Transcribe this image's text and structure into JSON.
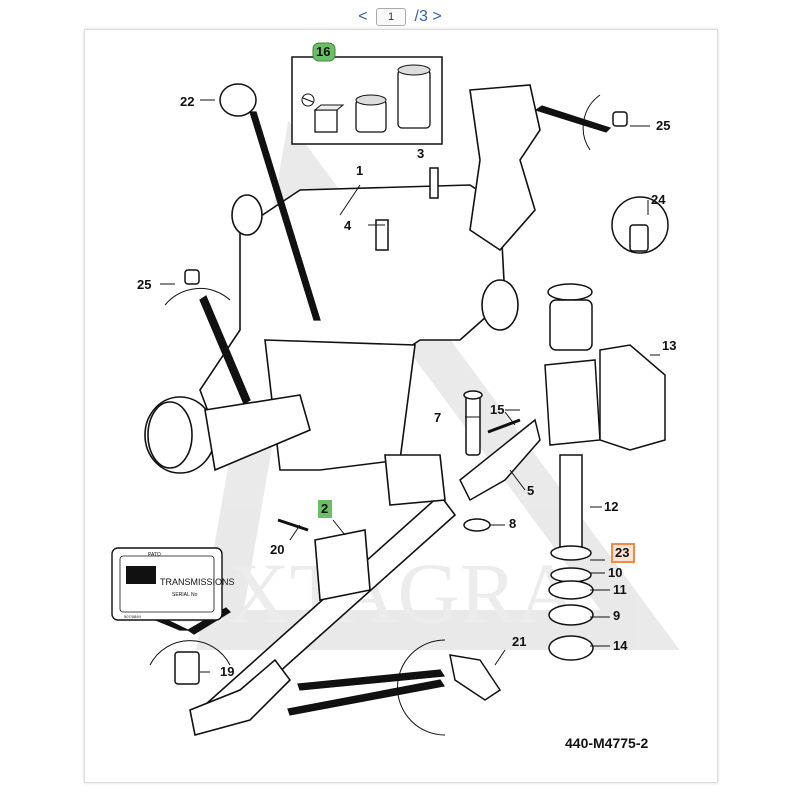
{
  "viewer": {
    "prev_label": "<",
    "next_label": ">",
    "current_page": "1",
    "total_pages": "/3"
  },
  "diagram": {
    "reference_code": "440-M4775-2",
    "watermark_text": "EXTAGRA",
    "callouts": [
      {
        "id": "c1",
        "text": "1",
        "style": "plain"
      },
      {
        "id": "c2",
        "text": "2",
        "style": "green"
      },
      {
        "id": "c3",
        "text": "3",
        "style": "plain"
      },
      {
        "id": "c4",
        "text": "4",
        "style": "plain"
      },
      {
        "id": "c5",
        "text": "5",
        "style": "plain"
      },
      {
        "id": "c7",
        "text": "7",
        "style": "plain"
      },
      {
        "id": "c8",
        "text": "8",
        "style": "plain"
      },
      {
        "id": "c9",
        "text": "9",
        "style": "plain"
      },
      {
        "id": "c10",
        "text": "10",
        "style": "plain"
      },
      {
        "id": "c11",
        "text": "11",
        "style": "plain"
      },
      {
        "id": "c12",
        "text": "12",
        "style": "plain"
      },
      {
        "id": "c13",
        "text": "13",
        "style": "plain"
      },
      {
        "id": "c14",
        "text": "14",
        "style": "plain"
      },
      {
        "id": "c15",
        "text": "15",
        "style": "plain"
      },
      {
        "id": "c16",
        "text": "16",
        "style": "green-round"
      },
      {
        "id": "c19",
        "text": "19",
        "style": "plain"
      },
      {
        "id": "c20",
        "text": "20",
        "style": "plain"
      },
      {
        "id": "c21",
        "text": "21",
        "style": "plain"
      },
      {
        "id": "c22",
        "text": "22",
        "style": "plain"
      },
      {
        "id": "c23",
        "text": "23",
        "style": "orange"
      },
      {
        "id": "c24",
        "text": "24",
        "style": "plain"
      },
      {
        "id": "c25a",
        "text": "25",
        "style": "plain"
      },
      {
        "id": "c25b",
        "text": "25",
        "style": "plain"
      }
    ],
    "plate": {
      "line1": "PATO",
      "brand": "TRANSMISSIONS",
      "line2": "SERIAL No",
      "line3": "507/08/M"
    }
  },
  "colors": {
    "green_badge": "#6dbf67",
    "orange_badge": "#f08a4b",
    "link_blue": "#3a5fa8",
    "ink": "#111111"
  }
}
